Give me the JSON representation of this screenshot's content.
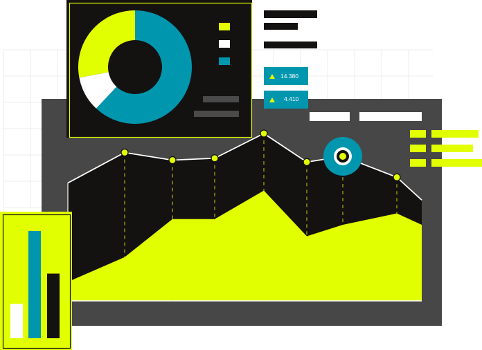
{
  "colors": {
    "lime": "#e2ff00",
    "teal": "#0096ae",
    "dark": "#141111",
    "panel": "#474747",
    "white": "#ffffff",
    "grid": "#ececec"
  },
  "stats": [
    {
      "icon": "triangle-up-icon",
      "value": "14.380"
    },
    {
      "icon": "triangle-up-icon",
      "value": "4.410"
    }
  ],
  "chart_data": [
    {
      "type": "pie",
      "style": "donut",
      "slices": [
        {
          "value": 62,
          "color": "#0096ae"
        },
        {
          "value": 10,
          "color": "#ffffff"
        },
        {
          "value": 28,
          "color": "#e2ff00"
        }
      ],
      "legend_placement": "right"
    },
    {
      "type": "area",
      "x": [
        1,
        2,
        3,
        4,
        5,
        6,
        7,
        8,
        9
      ],
      "series": [
        {
          "values": [
            62,
            78,
            74,
            75,
            88,
            73,
            76,
            65,
            53
          ],
          "color": "#141111",
          "line_color": "#ffffff"
        },
        {
          "values": [
            10,
            23,
            43,
            43,
            58,
            34,
            40,
            46,
            40
          ],
          "color": "#e2ff00"
        }
      ],
      "markers_on_index": [
        1,
        2,
        3,
        4,
        5,
        7
      ],
      "highlight_index": 6,
      "ylim": [
        0,
        100
      ],
      "grid": false
    },
    {
      "type": "bar",
      "values": [
        25,
        78,
        47
      ],
      "colors": [
        "#ffffff",
        "#0096ae",
        "#141111"
      ],
      "ylim": [
        0,
        85
      ]
    }
  ]
}
